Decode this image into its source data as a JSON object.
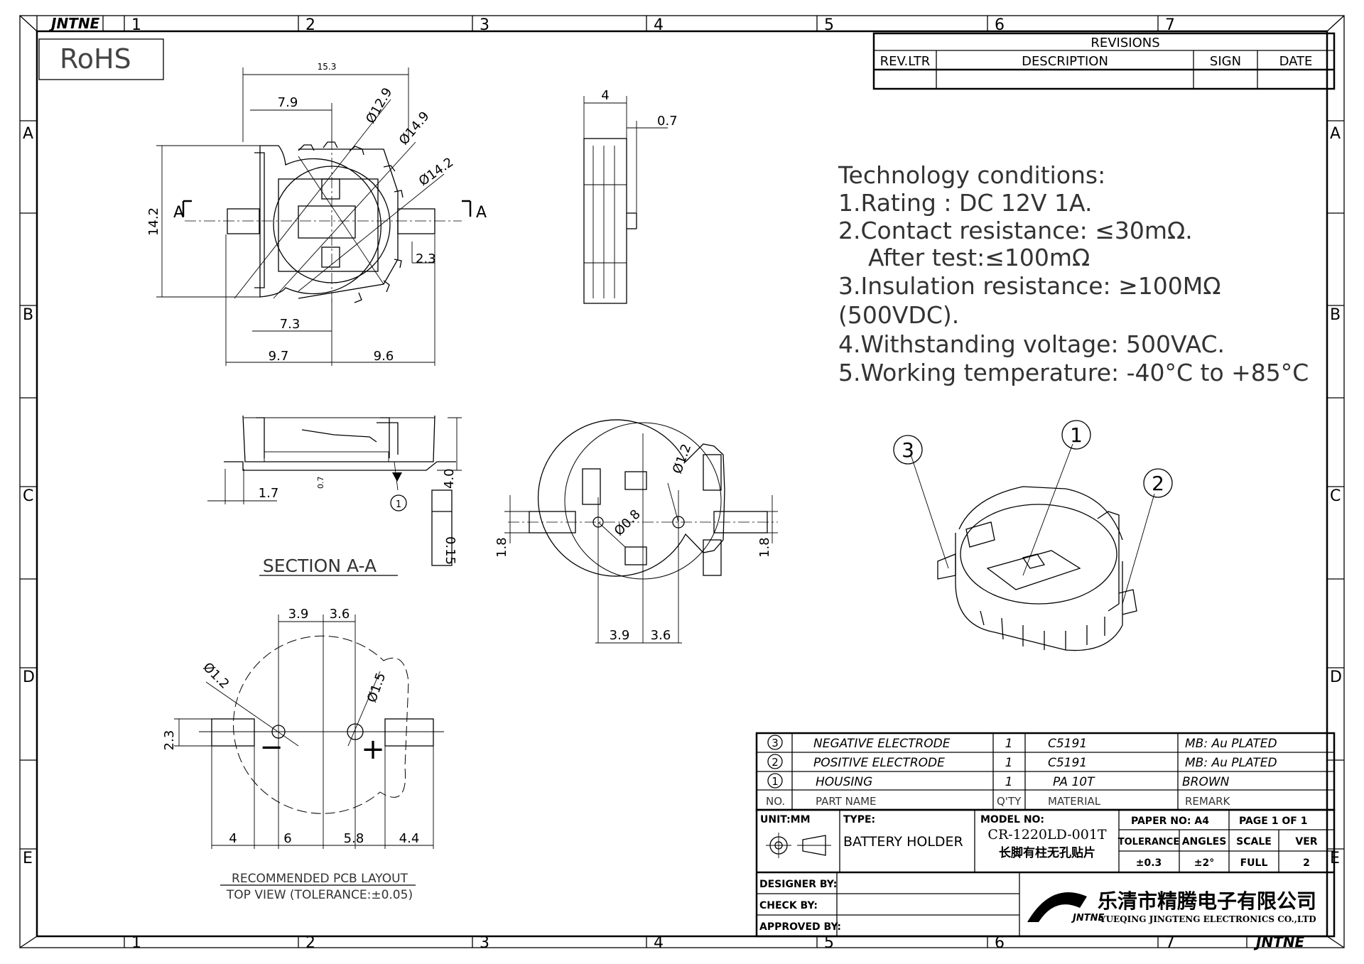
{
  "sheet": {
    "brand_mark": "JNTNE",
    "rohs": "RoHS",
    "zone_cols": [
      "1",
      "2",
      "3",
      "4",
      "5",
      "6",
      "7"
    ],
    "zone_rows": [
      "A",
      "B",
      "C",
      "D",
      "E"
    ]
  },
  "revisions": {
    "title": "REVISIONS",
    "headers": [
      "REV.LTR",
      "DESCRIPTION",
      "SIGN",
      "DATE"
    ]
  },
  "technology": {
    "title": "Technology conditions:",
    "lines": [
      "1.Rating : DC 12V 1A.",
      "2.Contact resistance: ≤30mΩ.",
      "After test:≤100mΩ",
      "3.Insulation resistance: ≥100MΩ",
      "(500VDC).",
      "4.Withstanding voltage: 500VAC.",
      "5.Working temperature: -40°C to +85°C"
    ]
  },
  "dimensions": {
    "top_view": [
      "15.3",
      "7.9",
      "Ø12.9",
      "Ø14.9",
      "Ø14.2",
      "14.2",
      "2.3",
      "7.3",
      "9.7",
      "9.6",
      "A",
      "A"
    ],
    "side_view": [
      "4",
      "0.7"
    ],
    "section": [
      "1.7",
      "0.7",
      "4.0",
      "0.15",
      "1"
    ],
    "section_title": "SECTION A-A",
    "bottom_view": [
      "Ø1.2",
      "Ø0.8",
      "1.8",
      "1.8",
      "3.9",
      "3.6"
    ],
    "pcb": [
      "3.9",
      "3.6",
      "Ø1.2",
      "Ø1.5",
      "2.3",
      "4",
      "6",
      "5.8",
      "4.4",
      "−",
      "+"
    ],
    "pcb_title": "RECOMMENDED PCB LAYOUT",
    "pcb_subtitle": "TOP VIEW (TOLERANCE:±0.05)"
  },
  "balloons": [
    "3",
    "1",
    "2"
  ],
  "bom": {
    "rows": [
      {
        "no": "3",
        "name": "NEGATIVE ELECTRODE",
        "qty": "1",
        "material": "C5191",
        "remark": "MB: Au PLATED"
      },
      {
        "no": "2",
        "name": "POSITIVE ELECTRODE",
        "qty": "1",
        "material": "C5191",
        "remark": "MB: Au PLATED"
      },
      {
        "no": "1",
        "name": "HOUSING",
        "qty": "1",
        "material": "PA 10T",
        "remark": "BROWN"
      }
    ],
    "headers": {
      "no": "NO.",
      "name": "PART NAME",
      "qty": "Q'TY",
      "material": "MATERIAL",
      "remark": "REMARK"
    }
  },
  "title_block": {
    "unit": "UNIT:MM",
    "type_label": "TYPE:",
    "type_value": "BATTERY HOLDER",
    "model_label": "MODEL NO:",
    "model_value": "CR-1220LD-001T",
    "model_cn": "长脚有柱无孔贴片",
    "paper_label": "PAPER NO: A4",
    "page_label": "PAGE 1 OF 1",
    "tolerance_label": "TOLERANCE",
    "tolerance_value": "±0.3",
    "angles_label": "ANGLES",
    "angles_value": "±2°",
    "scale_label": "SCALE",
    "scale_value": "FULL",
    "ver_label": "VER",
    "ver_value": "2",
    "designer": "DESIGNER BY:",
    "check": "CHECK BY:",
    "approved": "APPROVED BY:",
    "company_cn": "乐清市精腾电子有限公司",
    "company_en": "YUEQING JINGTENG ELECTRONICS CO.,LTD",
    "logo_text": "JNTNE"
  }
}
